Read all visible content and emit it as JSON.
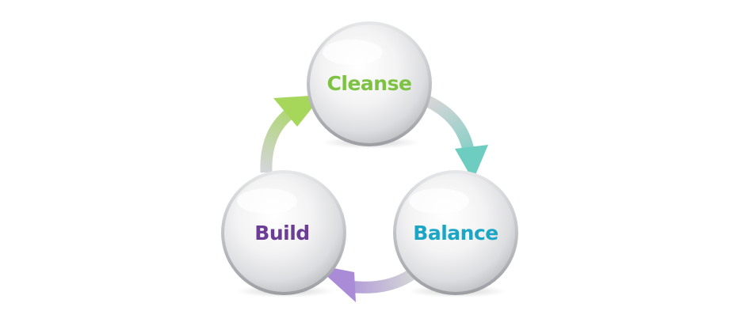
{
  "diagram": {
    "nodes": [
      {
        "id": "cleanse",
        "label": "Cleanse",
        "color": "#7dc242"
      },
      {
        "id": "balance",
        "label": "Balance",
        "color": "#1aa6c4"
      },
      {
        "id": "build",
        "label": "Build",
        "color": "#6b3d96"
      }
    ],
    "arrows": [
      {
        "from": "cleanse",
        "to": "balance",
        "color": "#6ccdc0"
      },
      {
        "from": "balance",
        "to": "build",
        "color": "#a98bd8"
      },
      {
        "from": "build",
        "to": "cleanse",
        "color": "#a6d65a"
      }
    ]
  }
}
